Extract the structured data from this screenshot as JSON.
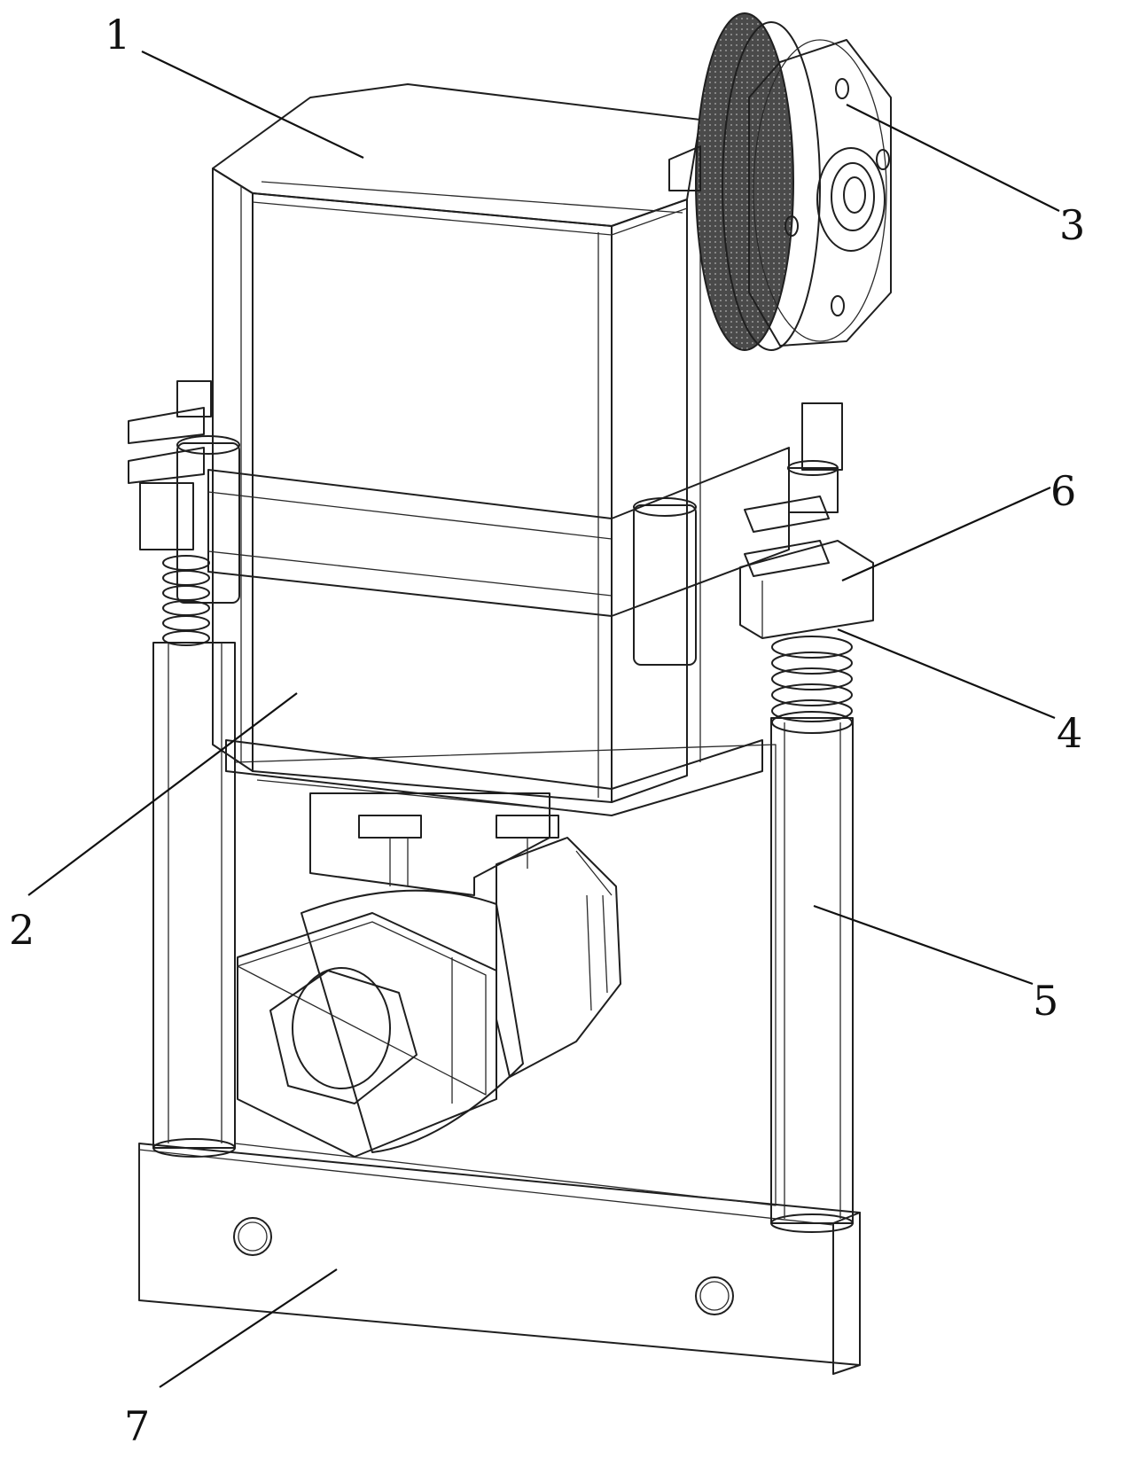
{
  "figure": {
    "callouts": [
      {
        "id": "1",
        "label": "1"
      },
      {
        "id": "2",
        "label": "2"
      },
      {
        "id": "3",
        "label": "3"
      },
      {
        "id": "4",
        "label": "4"
      },
      {
        "id": "5",
        "label": "5"
      },
      {
        "id": "6",
        "label": "6"
      },
      {
        "id": "7",
        "label": "7"
      }
    ],
    "colors": {
      "line": "#1f1f1f",
      "knurl": "#3c3c3c",
      "background": "#ffffff"
    }
  }
}
